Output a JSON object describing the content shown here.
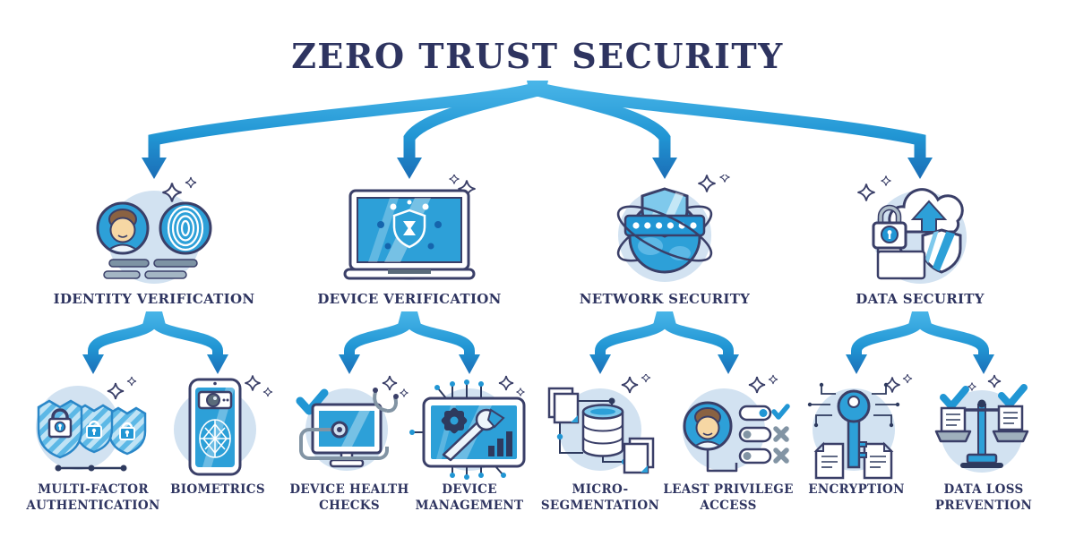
{
  "title": "ZERO TRUST SECURITY",
  "colors": {
    "title_text": "#2e3460",
    "label_text": "#2e3460",
    "arrow_gradient_start": "#49b5e8",
    "arrow_gradient_end": "#1b6db6",
    "icon_blue": "#2da0d8",
    "icon_blue_dark": "#2196d4",
    "icon_blue_light": "#7fc9ec",
    "icon_bg_circle": "#d2e2f1",
    "outline_navy": "#3a3f68",
    "gray": "#8294a4",
    "background": "#ffffff"
  },
  "tree": {
    "branches": [
      {
        "label": "IDENTITY VERIFICATION",
        "icon": "identity-verification-icon",
        "children": [
          {
            "label": "MULTI-FACTOR AUTHENTICATION",
            "icon": "multi-factor-authentication-icon"
          },
          {
            "label": "BIOMETRICS",
            "icon": "biometrics-icon"
          }
        ]
      },
      {
        "label": "DEVICE VERIFICATION",
        "icon": "device-verification-icon",
        "children": [
          {
            "label": "DEVICE HEALTH CHECKS",
            "icon": "device-health-checks-icon"
          },
          {
            "label": "DEVICE MANAGEMENT",
            "icon": "device-management-icon"
          }
        ]
      },
      {
        "label": "NETWORK SECURITY",
        "icon": "network-security-icon",
        "children": [
          {
            "label": "MICRO-SEGMENTATION",
            "icon": "micro-segmentation-icon"
          },
          {
            "label": "LEAST PRIVILEGE ACCESS",
            "icon": "least-privilege-access-icon"
          }
        ]
      },
      {
        "label": "DATA SECURITY",
        "icon": "data-security-icon",
        "children": [
          {
            "label": "ENCRYPTION",
            "icon": "encryption-icon"
          },
          {
            "label": "DATA LOSS PREVENTION",
            "icon": "data-loss-prevention-icon"
          }
        ]
      }
    ]
  }
}
